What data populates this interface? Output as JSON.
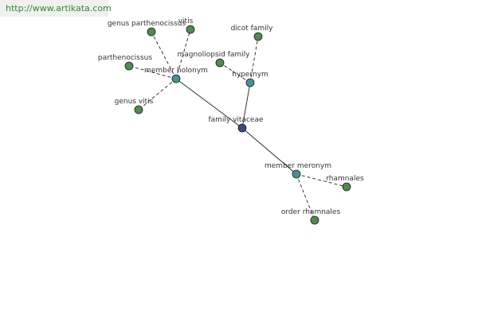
{
  "watermark": "http://www.artikata.com",
  "colors": {
    "leaf": "#4f8a4f",
    "relation": "#4a8f95",
    "center": "#3d4590",
    "edge": "#222222"
  },
  "nodes": [
    {
      "id": "family-vitaceae",
      "label": "family vitaceae",
      "kind": "center"
    },
    {
      "id": "member-holonym",
      "label": "member holonym",
      "kind": "relation"
    },
    {
      "id": "hypernym",
      "label": "hypernym",
      "kind": "relation"
    },
    {
      "id": "member-meronym",
      "label": "member meronym",
      "kind": "relation"
    },
    {
      "id": "genus-parthenocissus",
      "label": "genus parthenocissus",
      "kind": "leaf"
    },
    {
      "id": "vitis",
      "label": "vitis",
      "kind": "leaf"
    },
    {
      "id": "parthenocissus",
      "label": "parthenocissus",
      "kind": "leaf"
    },
    {
      "id": "genus-vitis",
      "label": "genus vitis",
      "kind": "leaf"
    },
    {
      "id": "dicot-family",
      "label": "dicot family",
      "kind": "leaf"
    },
    {
      "id": "magnoliopsid-family",
      "label": "magnoliopsid family",
      "kind": "leaf"
    },
    {
      "id": "rhamnales",
      "label": "rhamnales",
      "kind": "leaf"
    },
    {
      "id": "order-rhamnales",
      "label": "order rhamnales",
      "kind": "leaf"
    }
  ],
  "edges": [
    {
      "from": "family-vitaceae",
      "to": "member-holonym",
      "style": "solid"
    },
    {
      "from": "family-vitaceae",
      "to": "hypernym",
      "style": "solid"
    },
    {
      "from": "family-vitaceae",
      "to": "member-meronym",
      "style": "solid"
    },
    {
      "from": "member-holonym",
      "to": "genus-parthenocissus",
      "style": "dashed"
    },
    {
      "from": "member-holonym",
      "to": "vitis",
      "style": "dashed"
    },
    {
      "from": "member-holonym",
      "to": "parthenocissus",
      "style": "dashed"
    },
    {
      "from": "member-holonym",
      "to": "genus-vitis",
      "style": "dashed"
    },
    {
      "from": "hypernym",
      "to": "dicot-family",
      "style": "dashed"
    },
    {
      "from": "hypernym",
      "to": "magnoliopsid-family",
      "style": "dashed"
    },
    {
      "from": "member-meronym",
      "to": "rhamnales",
      "style": "dashed"
    },
    {
      "from": "member-meronym",
      "to": "order-rhamnales",
      "style": "dashed"
    }
  ]
}
